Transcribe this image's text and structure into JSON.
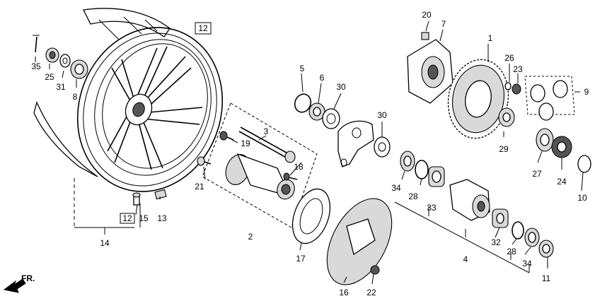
{
  "diagram": {
    "ref_box_labels": [
      "12",
      "12"
    ],
    "callouts": {
      "c1": "1",
      "c2": "2",
      "c3": "3",
      "c4": "4",
      "c5": "5",
      "c6": "6",
      "c7": "7",
      "c8": "8",
      "c9": "9",
      "c10": "10",
      "c11": "11",
      "c13": "13",
      "c14": "14",
      "c15": "15",
      "c16": "16",
      "c17": "17",
      "c18": "18",
      "c19": "19",
      "c20": "20",
      "c21": "21",
      "c22": "22",
      "c23": "23",
      "c24": "24",
      "c25": "25",
      "c26": "26",
      "c27": "27",
      "c28a": "28",
      "c28b": "28",
      "c29": "29",
      "c30a": "30",
      "c30b": "30",
      "c31": "31",
      "c32": "32",
      "c33": "33",
      "c34a": "34",
      "c34b": "34",
      "c35": "35"
    },
    "direction_label": "FR."
  }
}
